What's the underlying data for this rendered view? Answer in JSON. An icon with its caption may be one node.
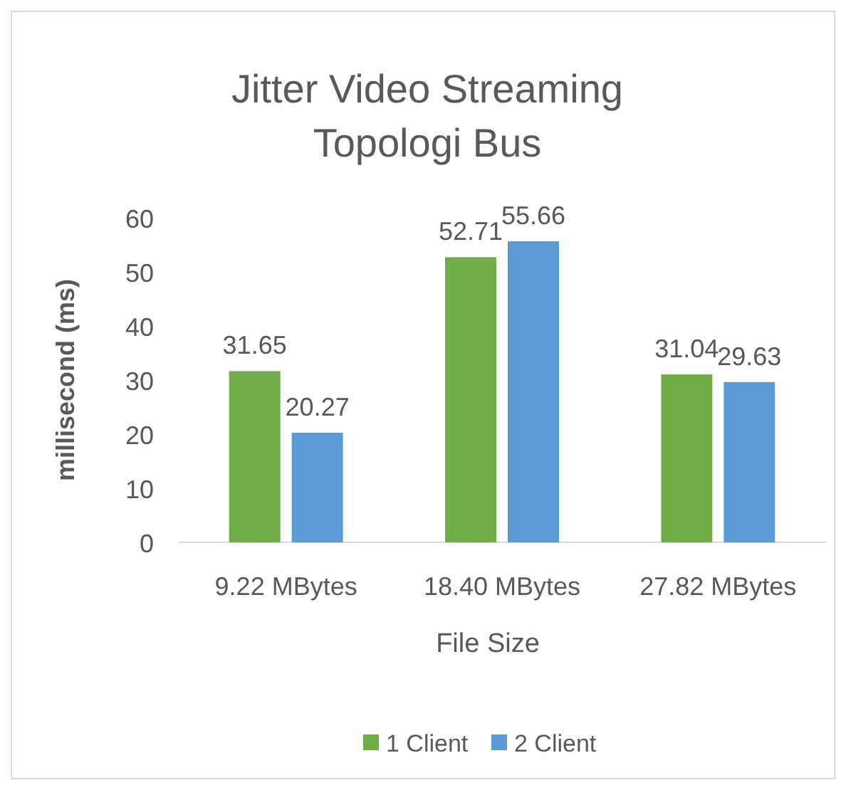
{
  "diagram": {
    "chart_data": {
      "type": "bar",
      "title": "Jitter Video Streaming Topologi Bus",
      "xlabel": "File Size",
      "ylabel": "millisecond (ms)",
      "categories": [
        "9.22 MBytes",
        "18.40 MBytes",
        "27.82 MBytes"
      ],
      "series": [
        {
          "name": "1 Client",
          "color": "#70ad47",
          "values": [
            31.65,
            52.71,
            31.04
          ]
        },
        {
          "name": "2 Client",
          "color": "#5b9bd5",
          "values": [
            20.27,
            55.66,
            29.63
          ]
        }
      ],
      "legend": "bottom",
      "ylim": [
        0,
        60
      ],
      "yticks": [
        0,
        10,
        20,
        30,
        40,
        50,
        60
      ],
      "data_labels": true
    }
  }
}
